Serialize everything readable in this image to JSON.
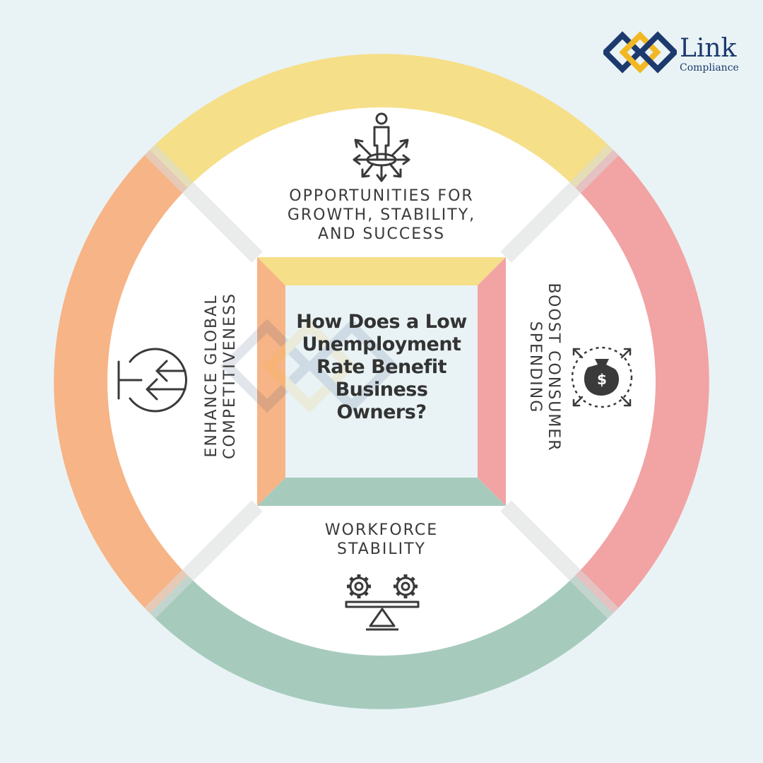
{
  "brand": {
    "name": "Link",
    "tagline": "Compliance",
    "colors": {
      "navy": "#1d3a6e",
      "gold": "#f2b824"
    }
  },
  "title": "How Does a Low Unemployment Rate Benefit Business Owners?",
  "sections": {
    "top": {
      "label": "OPPORTUNITIES FOR GROWTH, STABILITY, AND SUCCESS",
      "icon": "person-with-arrows-icon",
      "color": "#f5df89"
    },
    "right": {
      "label": "BOOST CONSUMER SPENDING",
      "icon": "money-bag-icon",
      "color": "#f2a3a4"
    },
    "bottom": {
      "label": "WORKFORCE STABILITY",
      "icon": "gears-balance-icon",
      "color": "#a6cbbd"
    },
    "left": {
      "label": "ENHANCE GLOBAL COMPETITIVENESS",
      "icon": "globe-arrows-icon",
      "color": "#f7b486"
    }
  },
  "colors": {
    "background": "#e9f3f5",
    "inner_disc": "#ffffff",
    "center_square": "#e9f3f5"
  }
}
